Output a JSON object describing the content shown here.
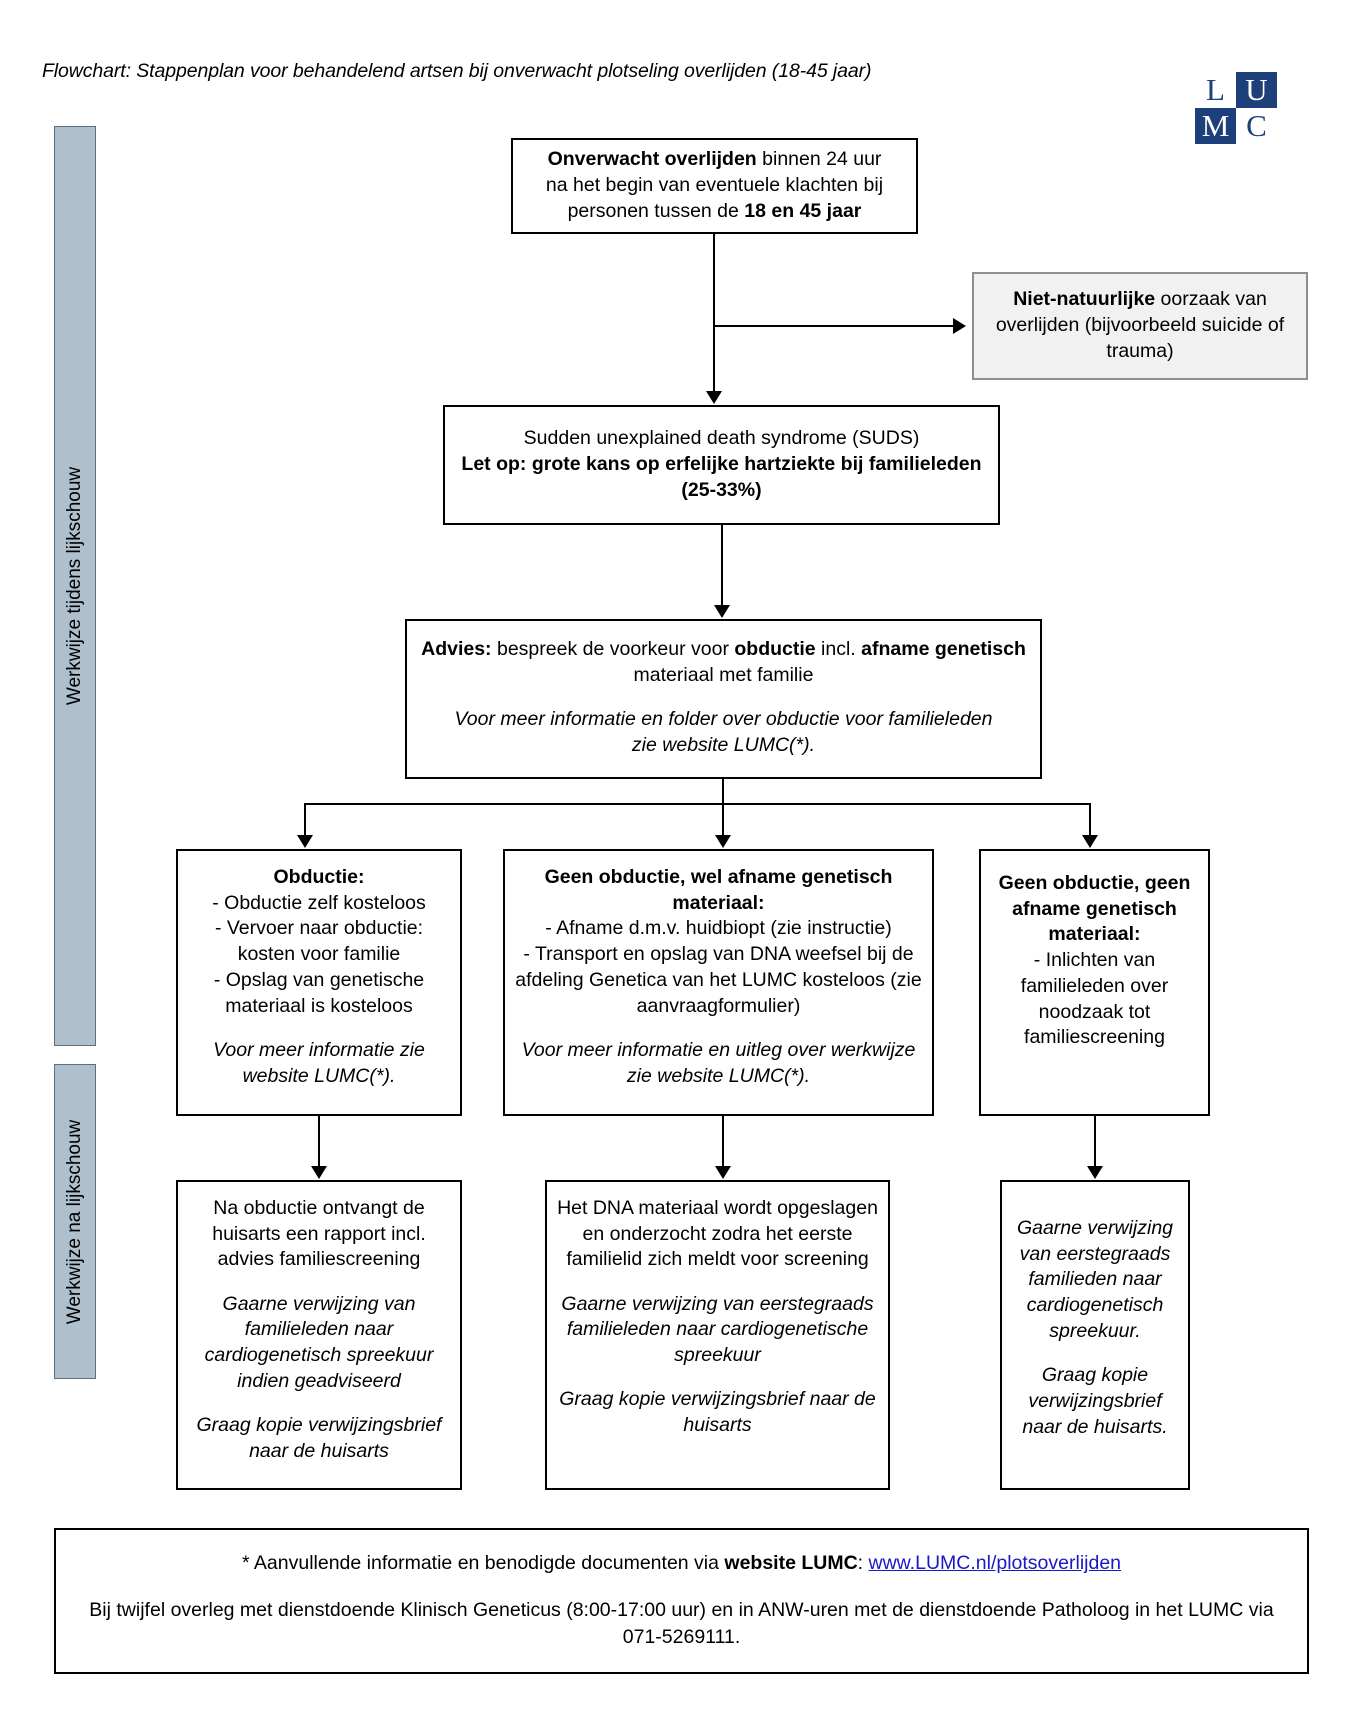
{
  "title": "Flowchart: Stappenplan voor behandelend artsen bij onverwacht plotseling overlijden (18-45 jaar)",
  "logo": {
    "name": "LUMC",
    "cells": [
      "L",
      "U",
      "M",
      "C"
    ],
    "color": "#1d3f7a"
  },
  "bands": {
    "during": "Werkwijze tijdens lijkschouw",
    "after": "Werkwijze na lijkschouw",
    "fill": "#aebfcd"
  },
  "nodes": {
    "start": {
      "line1_bold": "Onverwacht overlijden",
      "line1_rest": " binnen 24 uur",
      "line2": "na het begin van eventuele klachten bij",
      "line3_rest": "personen tussen de ",
      "line3_bold": "18 en 45 jaar"
    },
    "unnatural": {
      "bold": "Niet-natuurlijke",
      "rest": " oorzaak van overlijden (bijvoorbeeld  suicide of trauma)"
    },
    "suds": {
      "line1": "Sudden unexplained death syndrome (SUDS)",
      "line2_bold": "Let op: grote kans op erfelijke hartziekte bij familieleden (25-33%)"
    },
    "advies": {
      "p1_bold_a": "Advies:",
      "p1_mid_a": " bespreek de voorkeur voor ",
      "p1_bold_b": "obductie",
      "p1_mid_b": " incl. ",
      "p1_bold_c": "afname genetisch",
      "p1_tail": " materiaal met familie",
      "p2_italic": "Voor meer informatie en folder over obductie voor familieleden zie website LUMC(*)."
    },
    "obductie": {
      "heading": "Obductie:",
      "bullets": [
        "- Obductie zelf kosteloos",
        "- Vervoer naar obductie: kosten voor familie",
        "- Opslag van genetische materiaal is kosteloos"
      ],
      "italic": "Voor meer informatie zie website LUMC(*)."
    },
    "geen_obductie_wel": {
      "heading": "Geen obductie, wel afname genetisch materiaal:",
      "bullets": [
        "- Afname d.m.v. huidbiopt (zie instructie)",
        "- Transport en opslag van DNA weefsel bij de afdeling Genetica van het LUMC kosteloos (zie aanvraagformulier)"
      ],
      "italic": "Voor meer informatie en uitleg over werkwijze zie website LUMC(*)."
    },
    "geen_obductie_geen": {
      "heading": "Geen obductie, geen afname genetisch materiaal:",
      "bullets": [
        "- Inlichten van familieleden over noodzaak tot familiescreening"
      ]
    },
    "na_obductie": {
      "p1": "Na obductie ontvangt de huisarts een rapport incl. advies familiescreening",
      "p2_italic": "Gaarne verwijzing van familieleden naar cardiogenetisch spreekuur indien geadviseerd",
      "p3_italic": "Graag kopie verwijzingsbrief naar de huisarts"
    },
    "dna_materiaal": {
      "p1": "Het DNA materiaal wordt opgeslagen en onderzocht zodra het eerste familielid zich meldt voor screening",
      "p2_italic": "Gaarne verwijzing van eerstegraads familieleden naar cardiogenetische spreekuur",
      "p3_italic": "Graag kopie verwijzingsbrief naar de huisarts"
    },
    "verwijzing": {
      "p1_italic": "Gaarne verwijzing van eerstegraads familieden naar cardiogenetisch spreekuur.",
      "p2_italic": "Graag kopie verwijzingsbrief naar de huisarts."
    }
  },
  "footer": {
    "line1_a": "* Aanvullende informatie en benodigde documenten via ",
    "line1_bold": "website LUMC",
    "line1_b": ": ",
    "line1_link": "www.LUMC.nl/plotsoverlijden",
    "line2": "Bij twijfel overleg met dienstdoende Klinisch Geneticus (8:00-17:00 uur) en in ANW-uren met de dienstdoende Patholoog in het LUMC via  071-5269111."
  }
}
